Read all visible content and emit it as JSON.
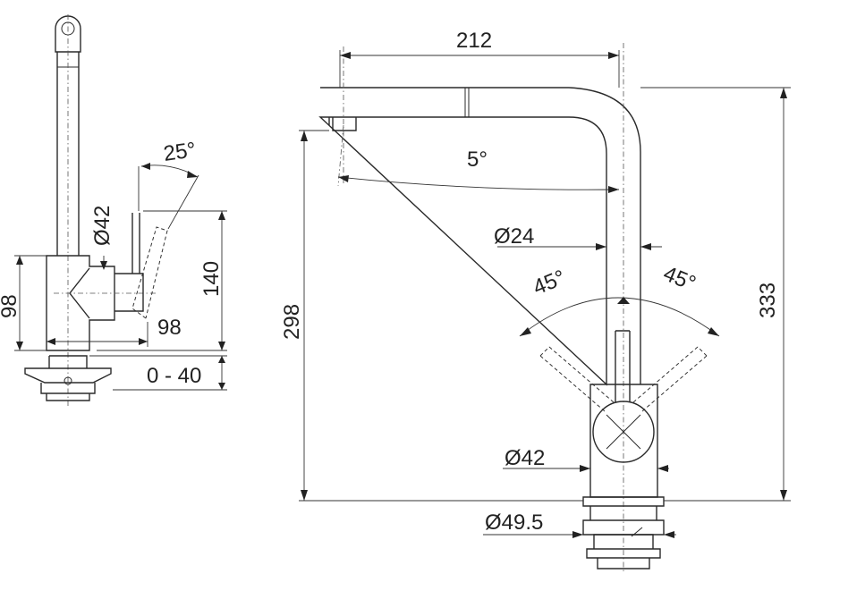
{
  "side_view": {
    "angle": "25°",
    "handle_dia": "Ø42",
    "height": "140",
    "height_left": "98",
    "reach": "98",
    "deck": "0 - 40"
  },
  "front_view": {
    "width": "212",
    "tilt": "5°",
    "spout_dia": "Ø24",
    "angle_left": "45°",
    "angle_right": "45°",
    "body_dia": "Ø42",
    "base_dia": "Ø49.5",
    "height_spout": "298",
    "height_total": "333"
  }
}
